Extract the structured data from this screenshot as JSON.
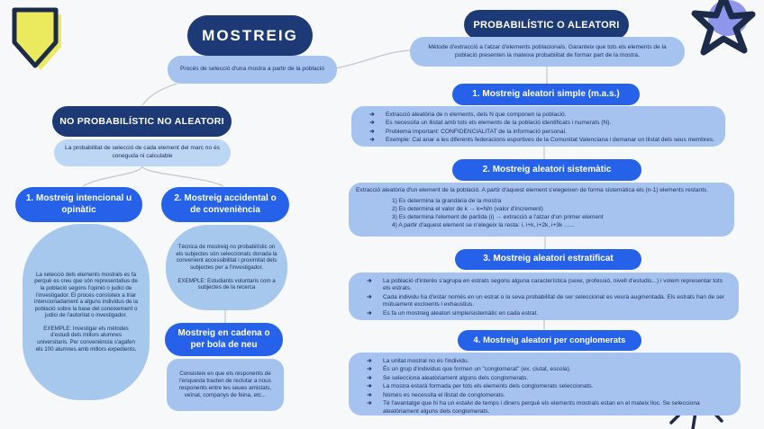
{
  "bullet_arrow": "➔",
  "root": {
    "title": "MOSTREIG",
    "subtitle": "Procés de selecció d'una mostra a partir de la població"
  },
  "nonprob": {
    "header": "NO PROBABILÍSTIC NO ALEATORI",
    "note": "La probabilitat de selecció de cada element del marc no és coneguda ni calculable",
    "node1": {
      "label": "1. Mostreig intencional u opinàtic",
      "body": "La selecció dels elements mostrals es fa perquè es creu que són representatius de la població segons l'opinió o judici de l'investigador. El procés consisteix a triar intencionadament a alguns individus de la població sobre la base del coneixement o judici de l'autoritat o investigador.",
      "example": "EXEMPLE: Investigar els mètodes d'estudi dels millors alumnes universitaris. Per conveniència s'agafen els 100 alumnes amb millors expedients."
    },
    "node2": {
      "label": "2. Mostreig accidental o de conveniència",
      "body": "Tècnica de mostreig no probabilístic on els subjectes són seleccionats donada la convenient accessibilitat i proximitat dels subjectes per a l'investigador.",
      "example": "EXEMPLE: Estudiants voluntaris com a subjectes de la recerca"
    },
    "chain": {
      "label": "Mostreig en cadena o per bola de neu",
      "body": "Consisteix en que els responents de l'enquesta tracten de reclutar a nous responents entre les seues amistats, veïnat, companys de feina, etc..."
    }
  },
  "prob": {
    "header": "PROBABILÍSTIC O ALEATORI",
    "intro": "Mètode d'extracció a l'atzar d'elements poblacionals. Garanteix que tots els elements de la població presenten la mateixa probabilitat de formar part de la mostra.",
    "s1": {
      "label": "1. Mostreig aleatori simple (m.a.s.)",
      "bullets": [
        "Extracció aleatòria de n elements, dels N que componen la població.",
        "Es necessita un llistat amb tots els elements de la població identificats i numerats (N).",
        "Problema important: CONFIDENCIALITAT de la informació personal.",
        "Exemple: Cal anar a les diferents federacions esportives de la Comunitat Valenciana i demanar un llistat dels seus membres."
      ]
    },
    "s2": {
      "label": "2. Mostreig aleatori sistemàtic",
      "intro": "Extracció aleatòria d'un element de la població. A partir d'aquest element s'elegeixen de forma sistemàtica els (n-1) elements restants.",
      "steps": [
        "1) Es determina la grandària de la mostra",
        "2) Es determina el valor de k → k=N/n (valor d'increment)",
        "3) Es determina l'element de partida (i) → extracció a l'atzar d'un primer element",
        "4) A partir d'aquest element se n'elegeix la resta: i, i+k, i+2k, i+3k ......"
      ]
    },
    "s3": {
      "label": "3. Mostreig aleatori estratificat",
      "bullets": [
        "La població d'interès s'agrupa en estrats segons alguna característica (sexe, professió, nivell d'estudis...) i volem representar tots els estrats.",
        "Cada individu ha d'estar només en un estrat o la seva probabilitat de ser seleccionat es veurà augmentada. Els estrats han de ser mútuament excloents i exhaustius.",
        "Es fa un mostreig aleatori simple/sistemàtic en cada estrat."
      ]
    },
    "s4": {
      "label": "4. Mostreig aleatori per conglomerats",
      "bullets": [
        "La unitat mostral no és l'individu.",
        "És un grup d'individus que formen un \"conglomerat\" (ex. ciutat, escola).",
        "Se selecciona aleatòriament alguns dels conglomerats.",
        "La mostra estarà formada per tots els elements dels conglomerats seleccionats.",
        "Només es necessita el llistat de conglomerats.",
        "Té l'avantatge que hi ha un estalvi de temps i diners perquè els elements mostrals estan en el mateix lloc. Se selecciona aleatòriament alguns dels conglomerats."
      ]
    }
  },
  "decorations": {
    "shield": "yellow-shield-badge",
    "star": "purple-star-doodle",
    "sparkle": "sparkle-doodle"
  },
  "colors": {
    "dark_navy": "#1d3a76",
    "royal_blue": "#2562e9",
    "light_blue_box": "#a6c3f0",
    "pale_blue_box": "#bdd6f4",
    "blob_blue": "#a5c8ec",
    "text_navy": "#1e3060",
    "shield_yellow": "#ebe95e",
    "star_purple": "#8e96ec",
    "outline_navy": "#1d2b4a",
    "connector_gray": "#c7ccd3",
    "background": "#f7f8f9"
  }
}
